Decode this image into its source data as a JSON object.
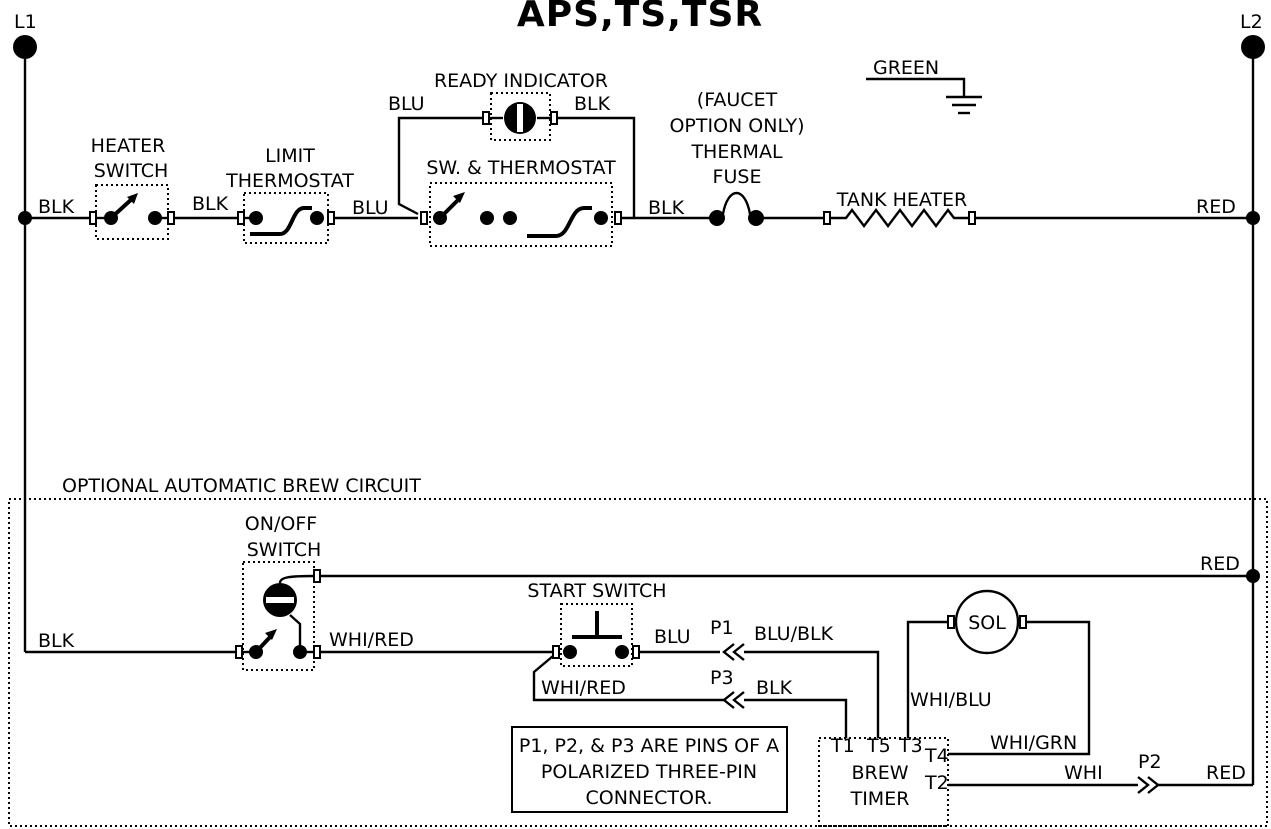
{
  "title": "APS,TS,TSR",
  "lines": {
    "l1": "L1",
    "l2": "L2"
  },
  "ground": {
    "label": "GREEN"
  },
  "components": {
    "heater_switch": [
      "HEATER",
      "SWITCH"
    ],
    "limit_thermostat": [
      "LIMIT",
      "THERMOSTAT"
    ],
    "ready_indicator": "READY INDICATOR",
    "sw_thermostat": "SW. & THERMOSTAT",
    "thermal_fuse": [
      "(FAUCET",
      "OPTION ONLY)",
      "THERMAL",
      "FUSE"
    ],
    "tank_heater": "TANK HEATER",
    "onoff_switch": [
      "ON/OFF",
      "SWITCH"
    ],
    "start_switch": "START SWITCH",
    "sol": "SOL",
    "brew_timer": [
      "BREW",
      "TIMER"
    ]
  },
  "wires": {
    "top_blk1": "BLK",
    "top_blk2": "BLK",
    "top_blu1": "BLU",
    "ri_blu": "BLU",
    "ri_blk": "BLK",
    "top_blk3": "BLK",
    "top_red": "RED",
    "br_red_top": "RED",
    "br_blk": "BLK",
    "br_whired1": "WHI/RED",
    "br_blu": "BLU",
    "br_blublk": "BLU/BLK",
    "br_whired2": "WHI/RED",
    "br_blk2": "BLK",
    "br_whiblu": "WHI/BLU",
    "br_whigrn": "WHI/GRN",
    "br_whi": "WHI",
    "br_red_bottom": "RED"
  },
  "pins": {
    "p1": "P1",
    "p2": "P2",
    "p3": "P3"
  },
  "terminals": {
    "t1": "T1",
    "t5": "T5",
    "t3": "T3",
    "t4": "T4",
    "t2": "T2"
  },
  "brew_circuit_label": "OPTIONAL AUTOMATIC BREW CIRCUIT",
  "note": [
    "P1, P2, & P3 ARE PINS OF A",
    "POLARIZED THREE-PIN",
    "CONNECTOR."
  ]
}
